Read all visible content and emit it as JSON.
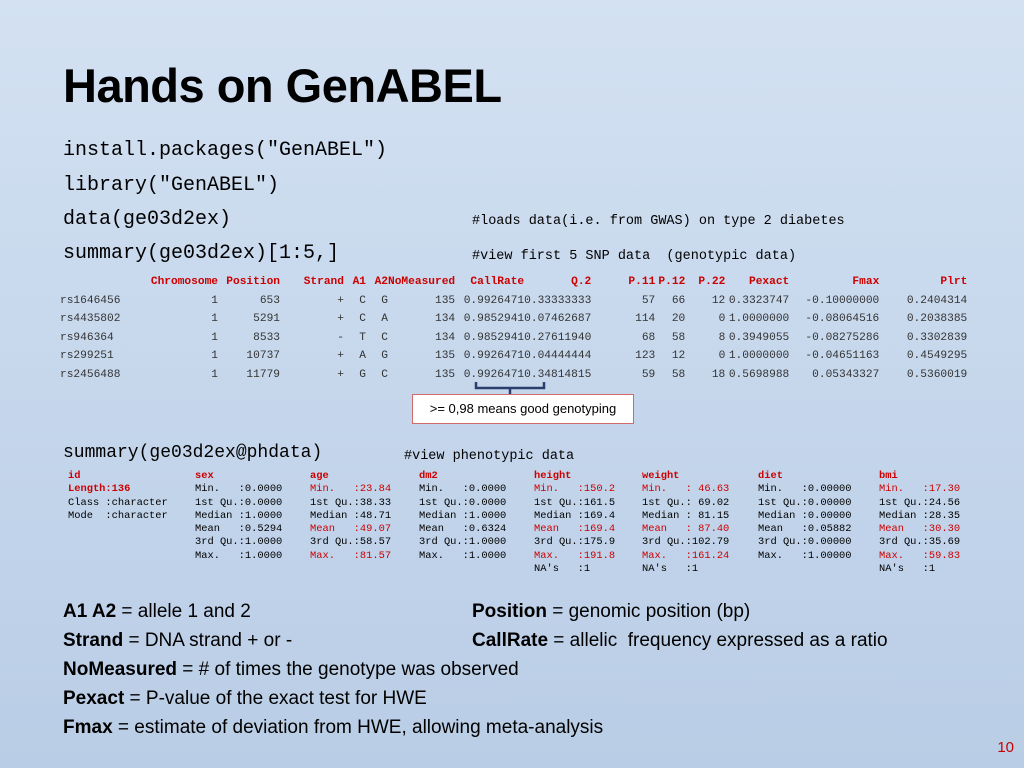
{
  "title": "Hands on GenABEL",
  "commands": [
    "install.packages(\"GenABEL\")",
    "library(\"GenABEL\")",
    "data(ge03d2ex)",
    "summary(ge03d2ex)[1:5,]"
  ],
  "comments": {
    "data": "#loads data(i.e. from GWAS) on type 2 diabetes",
    "summary": "#view first 5 SNP data  (genotypic data)"
  },
  "snp_table": {
    "headers": [
      "Chromosome",
      "Position",
      "Strand",
      "A1",
      "A2",
      "NoMeasured",
      "CallRate",
      "Q.2",
      "P.11",
      "P.12",
      "P.22",
      "Pexact",
      "Fmax",
      "Plrt"
    ],
    "rows": [
      [
        "rs1646456",
        "1",
        "653",
        "+",
        "C",
        "G",
        "135",
        "0.9926471",
        "0.33333333",
        "57",
        "66",
        "12",
        "0.3323747",
        "-0.10000000",
        "0.2404314"
      ],
      [
        "rs4435802",
        "1",
        "5291",
        "+",
        "C",
        "A",
        "134",
        "0.9852941",
        "0.07462687",
        "114",
        "20",
        "0",
        "1.0000000",
        "-0.08064516",
        "0.2038385"
      ],
      [
        "rs946364",
        "1",
        "8533",
        "-",
        "T",
        "C",
        "134",
        "0.9852941",
        "0.27611940",
        "68",
        "58",
        "8",
        "0.3949055",
        "-0.08275286",
        "0.3302839"
      ],
      [
        "rs299251",
        "1",
        "10737",
        "+",
        "A",
        "G",
        "135",
        "0.9926471",
        "0.04444444",
        "123",
        "12",
        "0",
        "1.0000000",
        "-0.04651163",
        "0.4549295"
      ],
      [
        "rs2456488",
        "1",
        "11779",
        "+",
        "G",
        "C",
        "135",
        "0.9926471",
        "0.34814815",
        "59",
        "58",
        "18",
        "0.5698988",
        "0.05343327",
        "0.5360019"
      ]
    ]
  },
  "callout": ">= 0,98 means good genotyping",
  "pheno_command": "summary(ge03d2ex@phdata)",
  "pheno_comment": "#view phenotypic data",
  "pheno_table": {
    "headers": [
      "id",
      "sex",
      "age",
      "dm2",
      "height",
      "weight",
      "diet",
      "bmi"
    ],
    "rows": [
      [
        "Length:136",
        "Min.   :0.0000",
        "Min.   :23.84",
        "Min.   :0.0000",
        "Min.   :150.2",
        "Min.   : 46.63",
        "Min.   :0.00000",
        "Min.   :17.30"
      ],
      [
        "Class :character",
        "1st Qu.:0.0000",
        "1st Qu.:38.33",
        "1st Qu.:0.0000",
        "1st Qu.:161.5",
        "1st Qu.: 69.02",
        "1st Qu.:0.00000",
        "1st Qu.:24.56"
      ],
      [
        "Mode  :character",
        "Median :1.0000",
        "Median :48.71",
        "Median :1.0000",
        "Median :169.4",
        "Median : 81.15",
        "Median :0.00000",
        "Median :28.35"
      ],
      [
        "",
        "Mean   :0.5294",
        "Mean   :49.07",
        "Mean   :0.6324",
        "Mean   :169.4",
        "Mean   : 87.40",
        "Mean   :0.05882",
        "Mean   :30.30"
      ],
      [
        "",
        "3rd Qu.:1.0000",
        "3rd Qu.:58.57",
        "3rd Qu.:1.0000",
        "3rd Qu.:175.9",
        "3rd Qu.:102.79",
        "3rd Qu.:0.00000",
        "3rd Qu.:35.69"
      ],
      [
        "",
        "Max.   :1.0000",
        "Max.   :81.57",
        "Max.   :1.0000",
        "Max.   :191.8",
        "Max.   :161.24",
        "Max.   :1.00000",
        "Max.   :59.83"
      ],
      [
        "",
        "",
        "",
        "",
        "NA's   :1",
        "NA's   :1",
        "",
        "NA's   :1"
      ]
    ],
    "highlight_rows": [
      0,
      3,
      5
    ],
    "highlight_cols": [
      2,
      4,
      5,
      7
    ],
    "highlight_color": "#cc0000"
  },
  "definitions_left": [
    {
      "term": "A1 A2",
      "desc": " = allele 1 and 2"
    },
    {
      "term": "Strand",
      "desc": " = DNA strand + or -"
    },
    {
      "term": "NoMeasured",
      "desc": " = # of times the genotype was observed"
    },
    {
      "term": "Pexact",
      "desc": " = P-value of the exact test for HWE"
    },
    {
      "term": "Fmax",
      "desc": " = estimate of deviation from HWE, allowing meta-analysis"
    }
  ],
  "definitions_right": [
    {
      "term": "Position",
      "desc": " = genomic position (bp)"
    },
    {
      "term": "CallRate",
      "desc": " = allelic  frequency expressed as a ratio"
    }
  ],
  "page_number": "10"
}
